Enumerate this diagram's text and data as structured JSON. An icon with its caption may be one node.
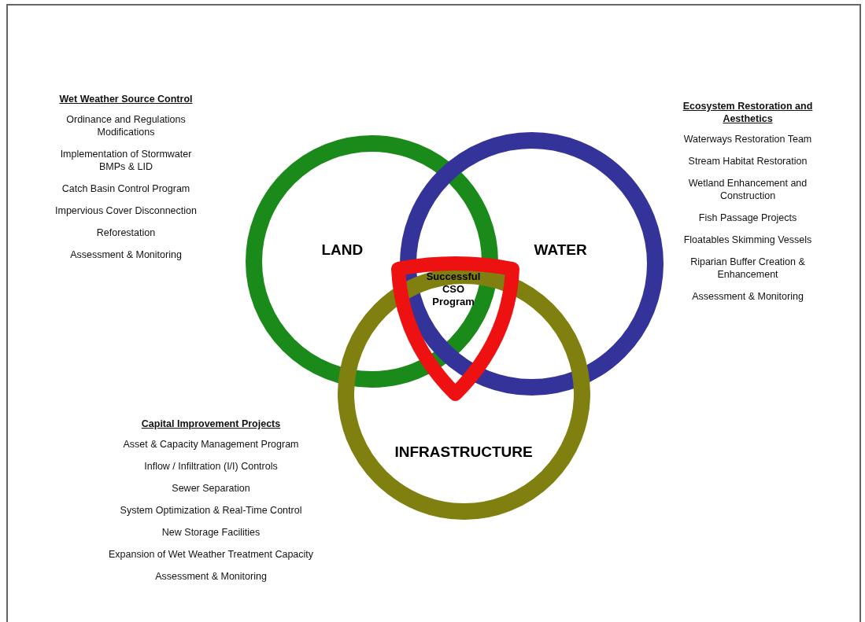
{
  "diagram": {
    "nodes": [
      {
        "text": [
          "LAND"
        ]
      },
      {
        "text": [
          "WATER"
        ]
      },
      {
        "text": [
          "INFRASTRUCTURE"
        ]
      },
      {
        "text": [
          "Successful CSO Program"
        ]
      }
    ],
    "labels": [
      "Wet Weather Source Control",
      "Ordinance and Regulations Modifications",
      "Implementation of Stormwater BMPs & LID",
      "Catch Basin Control Program",
      "Impervious Cover Disconnection",
      "Reforestation",
      "Assessment & Monitoring",
      "Ecosystem Restoration and Aesthetics",
      "Waterways Restoration Team",
      "Stream Habitat Restoration",
      "Wetland Enhancement and Construction",
      "Fish Passage Projects",
      "Floatables Skimming Vessels",
      "Riparian Buffer Creation & Enhancement",
      "Assessment & Monitoring",
      "Capital Improvement Projects",
      "Asset & Capacity Management Program",
      "Inflow / Infiltration (I/I) Controls",
      "Sewer Separation",
      "System Optimization & Real-Time Control",
      "New Storage Facilities",
      "Expansion of Wet Weather Treatment Capacity",
      "Assessment & Monitoring"
    ]
  }
}
